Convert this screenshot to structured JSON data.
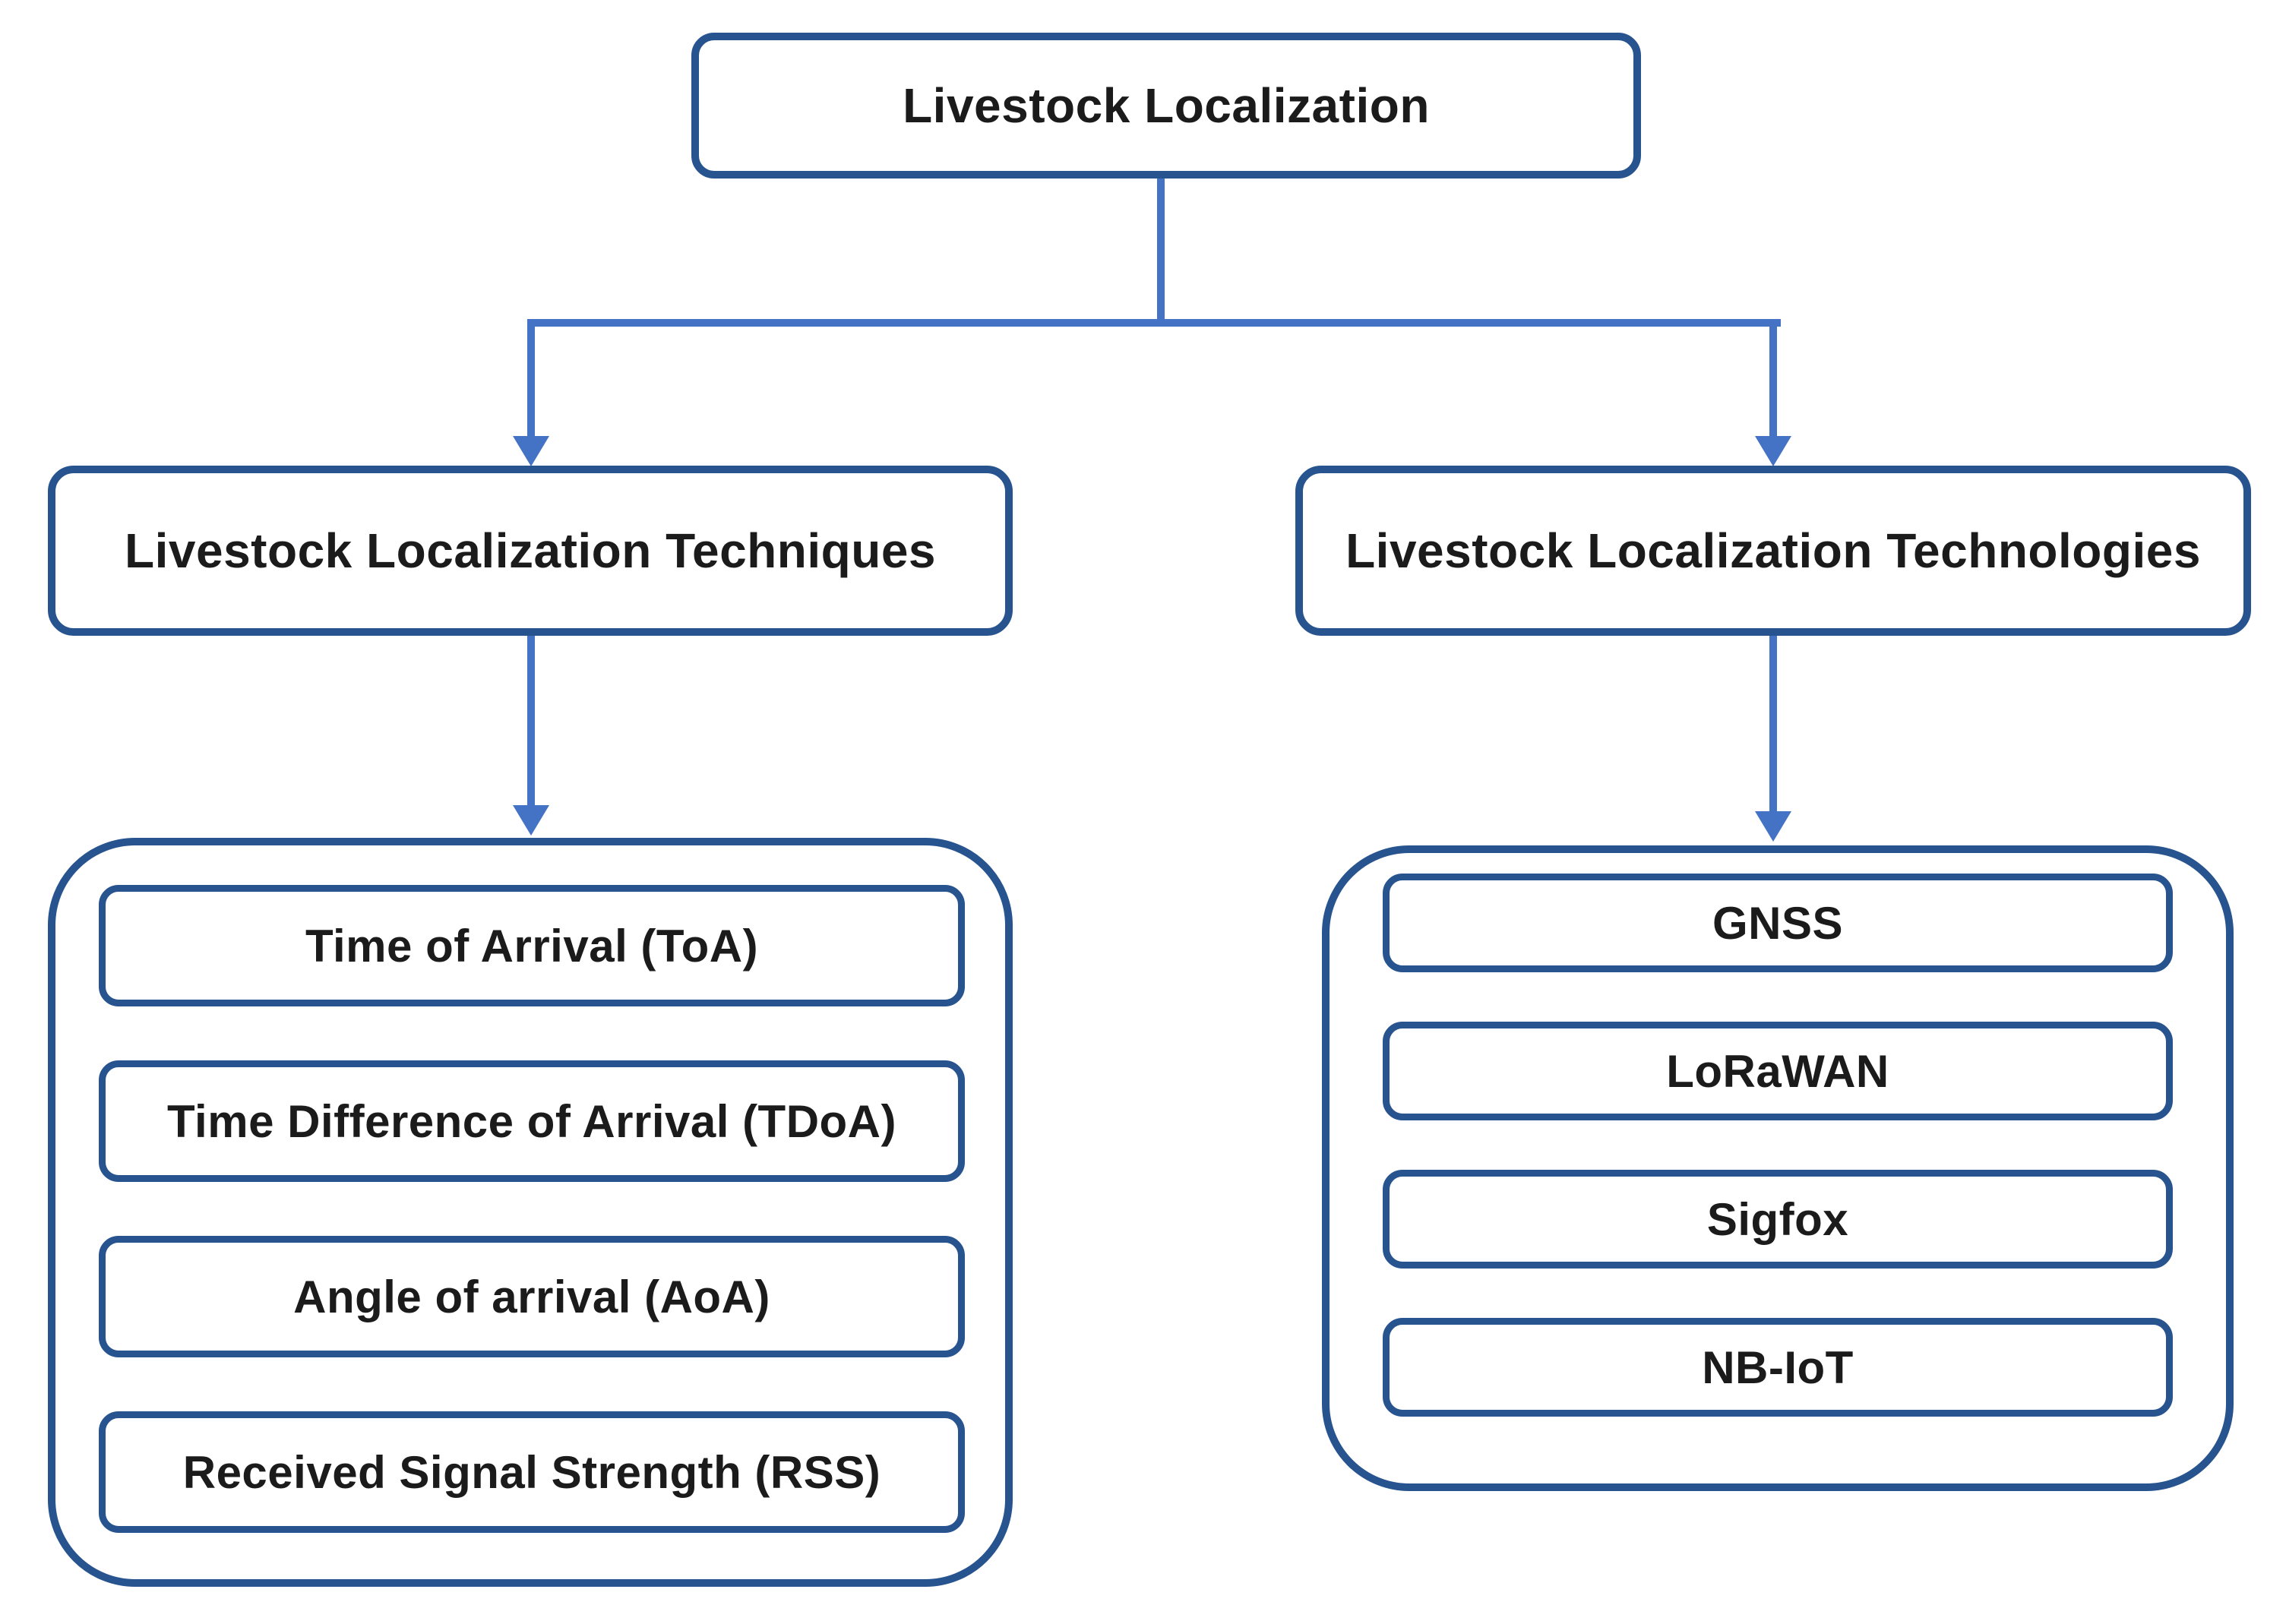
{
  "diagram": {
    "title": "Livestock Localization taxonomy flowchart",
    "root": {
      "label": "Livestock Localization"
    },
    "branches": [
      {
        "label": "Livestock Localization Techniques",
        "children": [
          "Time of Arrival (ToA)",
          "Time Difference of Arrival (TDoA)",
          "Angle of arrival (AoA)",
          "Received Signal Strength (RSS)"
        ]
      },
      {
        "label": "Livestock Localization Technologies",
        "children": [
          "GNSS",
          "LoRaWAN",
          "Sigfox",
          "NB-IoT"
        ]
      }
    ],
    "colors": {
      "box_border": "#27538f",
      "connector": "#4472c4",
      "text": "#1b1b1b",
      "background": "#ffffff"
    }
  }
}
